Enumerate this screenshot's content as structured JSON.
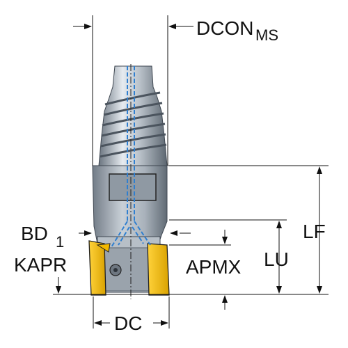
{
  "labels": {
    "dcon": "DCON",
    "dcon_sub": "MS",
    "lf": "LF",
    "lu": "LU",
    "bd": "BD",
    "bd_sub": "1",
    "kapr": "KAPR",
    "apmx": "APMX",
    "dc": "DC"
  },
  "colors": {
    "line": "#111111",
    "body_dark": "#5f6a75",
    "body_mid": "#a3acb6",
    "body_light": "#e3e8ee",
    "coolant": "#2f7fd0",
    "insert": "#f2b800",
    "insert_dark": "#b98a00"
  }
}
